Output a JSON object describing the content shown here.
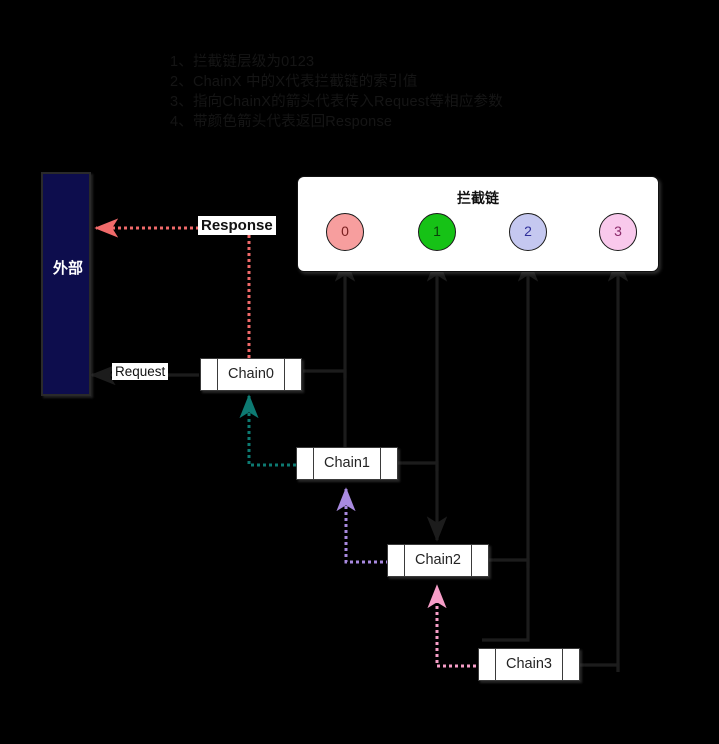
{
  "diagram": {
    "title": "拦截链",
    "legend": [
      "1、拦截链层级为0123",
      "2、ChainX 中的X代表拦截链的索引值",
      "3、指向ChainX的箭头代表传入Request等相应参数",
      "4、带颜色箭头代表返回Response"
    ],
    "external": {
      "label": "外部",
      "fill": "#0d0d4d",
      "text_color": "#ffffff"
    },
    "chain_panel": {
      "title": "拦截链",
      "background": "#ffffff",
      "border_color": "#111111",
      "nodes": [
        {
          "label": "0",
          "fill": "#f79e9e",
          "text_color": "#7a2020"
        },
        {
          "label": "1",
          "fill": "#16c216",
          "text_color": "#0a3f0a"
        },
        {
          "label": "2",
          "fill": "#c5c8f0",
          "text_color": "#2f2f9a"
        },
        {
          "label": "3",
          "fill": "#f9c9ec",
          "text_color": "#8a2a6a"
        }
      ],
      "connectors": [
        {
          "from": "0",
          "to": "1",
          "color": "#14ac14"
        },
        {
          "from": "1",
          "to": "2",
          "color": "#9c9ce0"
        },
        {
          "from": "2",
          "to": "3",
          "color": "#f6c8e0"
        }
      ]
    },
    "components": [
      {
        "name": "Chain0"
      },
      {
        "name": "Chain1"
      },
      {
        "name": "Chain2"
      },
      {
        "name": "Chain3"
      }
    ],
    "labels": {
      "request": "Request",
      "response": "Response"
    },
    "flow_colors": {
      "request_arrow": "#1a1a1a",
      "response_to_external": "#f06a6a",
      "chain1_to_chain0": "#0d7a72",
      "chain2_to_chain1": "#a98ae0",
      "chain3_to_chain2": "#f79ec8",
      "black_link": "#1c1c1c"
    }
  }
}
